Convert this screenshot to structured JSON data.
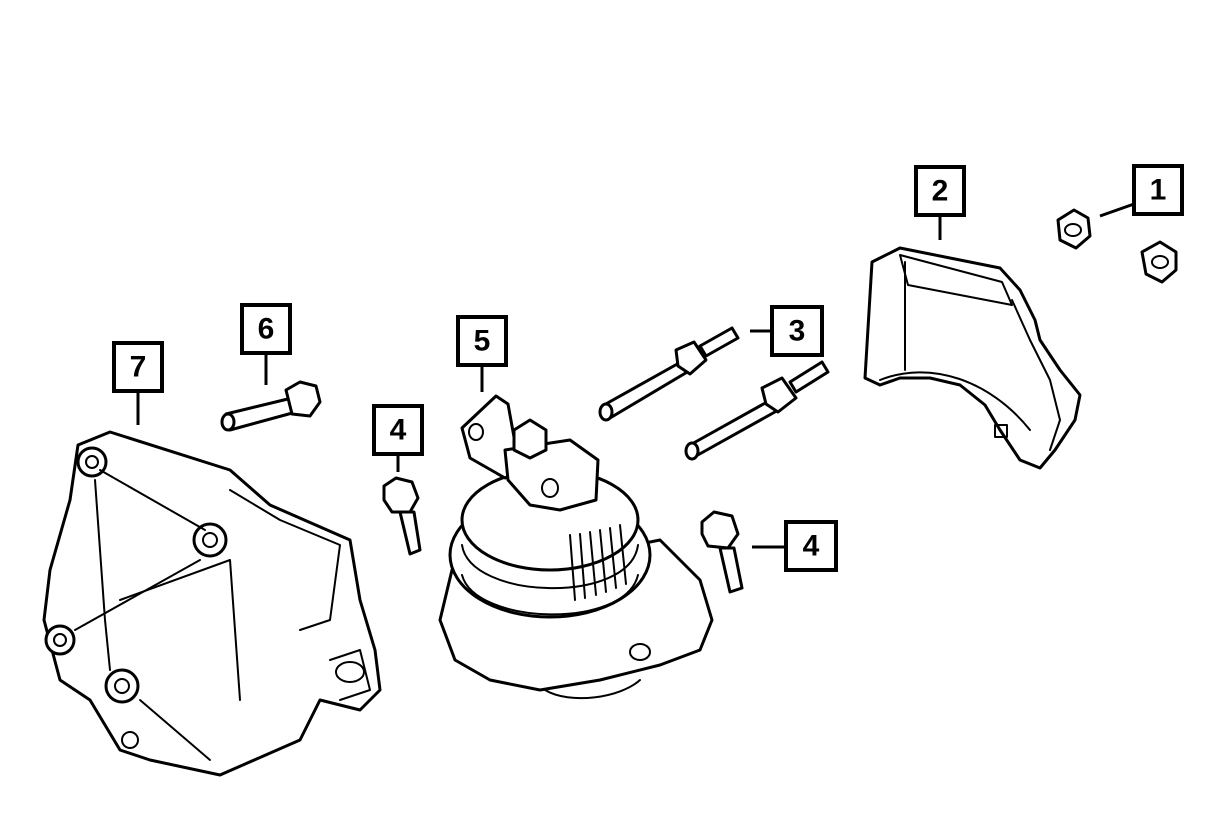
{
  "callouts": {
    "c1": "1",
    "c2": "2",
    "c3": "3",
    "c4a": "4",
    "c4b": "4",
    "c5": "5",
    "c6": "6",
    "c7": "7"
  },
  "colors": {
    "line": "#000000",
    "background": "#ffffff"
  }
}
